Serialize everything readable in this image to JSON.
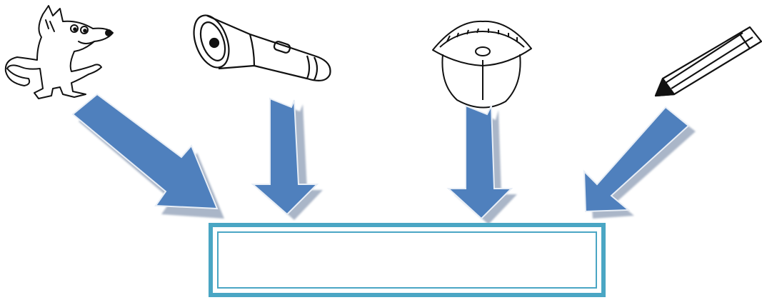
{
  "pictures": [
    {
      "name": "wolf",
      "icon": "wolf-icon"
    },
    {
      "name": "flashlight",
      "icon": "flashlight-icon"
    },
    {
      "name": "mouth",
      "icon": "mouth-icon"
    },
    {
      "name": "pencil",
      "icon": "pencil-icon"
    }
  ],
  "answer_box": {
    "text": ""
  },
  "colors": {
    "arrow": "#4f80bd",
    "arrow_shadow": "#aab6c8",
    "box_border": "#4aa6c4"
  }
}
